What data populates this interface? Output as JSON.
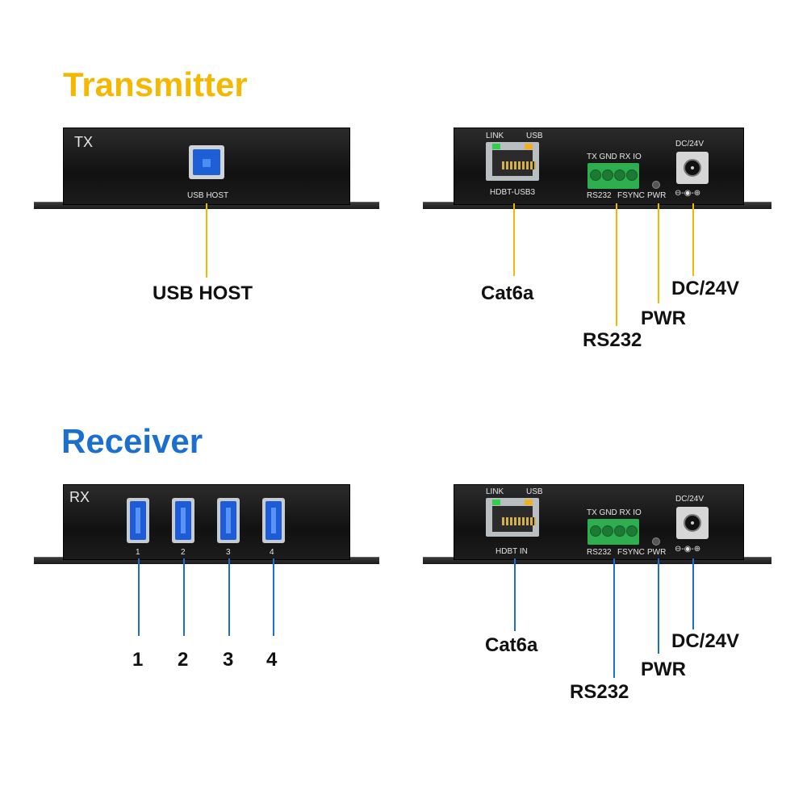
{
  "transmitter": {
    "title": "Transmitter",
    "front": {
      "tag": "TX",
      "usb_host_silk": "USB HOST",
      "callout": "USB HOST"
    },
    "back": {
      "link_silk": "LINK",
      "usb_silk": "USB",
      "port_silk": "HDBT-USB3",
      "terminal_top_silk": "TX GND RX IO",
      "rs232_silk": "RS232",
      "fsync_silk": "FSYNC",
      "pwr_silk": "PWR",
      "dc_silk": "DC/24V",
      "polarity_silk": "⊖-◉-⊕",
      "callouts": {
        "cat6a": "Cat6a",
        "rs232": "RS232",
        "pwr": "PWR",
        "dc": "DC/24V"
      }
    }
  },
  "receiver": {
    "title": "Receiver",
    "front": {
      "tag": "RX",
      "ports": [
        "1",
        "2",
        "3",
        "4"
      ],
      "callouts": [
        "1",
        "2",
        "3",
        "4"
      ]
    },
    "back": {
      "link_silk": "LINK",
      "usb_silk": "USB",
      "port_silk": "HDBT IN",
      "terminal_top_silk": "TX GND RX IO",
      "rs232_silk": "RS232",
      "fsync_silk": "FSYNC",
      "pwr_silk": "PWR",
      "dc_silk": "DC/24V",
      "polarity_silk": "⊖-◉-⊕",
      "callouts": {
        "cat6a": "Cat6a",
        "rs232": "RS232",
        "pwr": "PWR",
        "dc": "DC/24V"
      }
    }
  },
  "colors": {
    "transmitter_accent": "#f5b800",
    "receiver_accent": "#1a6fd1",
    "device_body": "#161616",
    "terminal_green": "#2fae4f",
    "usb_blue": "#1e5fd6"
  }
}
